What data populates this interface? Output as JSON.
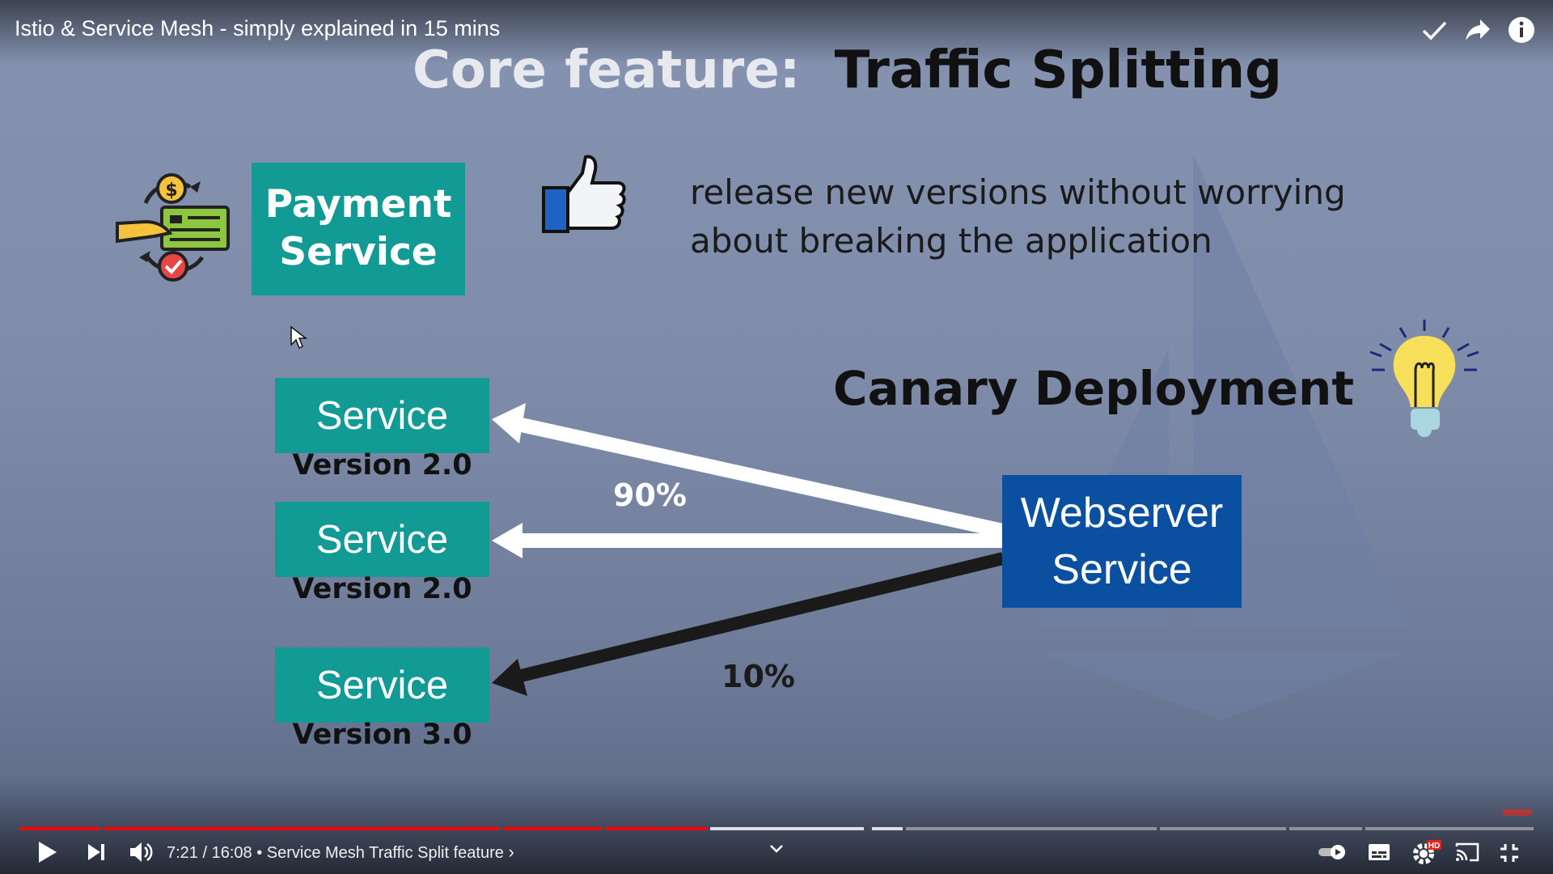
{
  "video": {
    "title": "Istio & Service Mesh - simply explained in 15 mins"
  },
  "slide": {
    "title_part1": "Core feature:",
    "title_part2": "Traffic Splitting",
    "payment_line1": "Payment",
    "payment_line2": "Service",
    "release_text": "release new versions without worrying about breaking the application",
    "canary_label": "Canary Deployment",
    "services": [
      {
        "label": "Service",
        "version": "Version 2.0"
      },
      {
        "label": "Service",
        "version": "Version 2.0"
      },
      {
        "label": "Service",
        "version": "Version 3.0"
      }
    ],
    "webserver_line1": "Webserver",
    "webserver_line2": "Service",
    "pct_90": "90%",
    "pct_10": "10%"
  },
  "controls": {
    "current_time": "7:21",
    "duration": "16:08",
    "time_display": "7:21 / 16:08",
    "chapter": "• Service Mesh Traffic Split feature",
    "chapter_chevron": "›",
    "progress_played_fraction": 0.455,
    "hd_badge": "HD"
  },
  "icons": {
    "top": [
      "check-icon",
      "share-icon",
      "info-icon"
    ],
    "bottom": [
      "play-icon",
      "next-icon",
      "volume-icon",
      "chevron-down-icon",
      "autoplay-toggle-icon",
      "subtitles-icon",
      "settings-icon",
      "cast-icon",
      "exit-fullscreen-icon"
    ]
  },
  "colors": {
    "teal": "#129a94",
    "webserver_blue": "#0b4fa0",
    "progress_red": "#ff0000",
    "hd_red": "#e62117"
  }
}
